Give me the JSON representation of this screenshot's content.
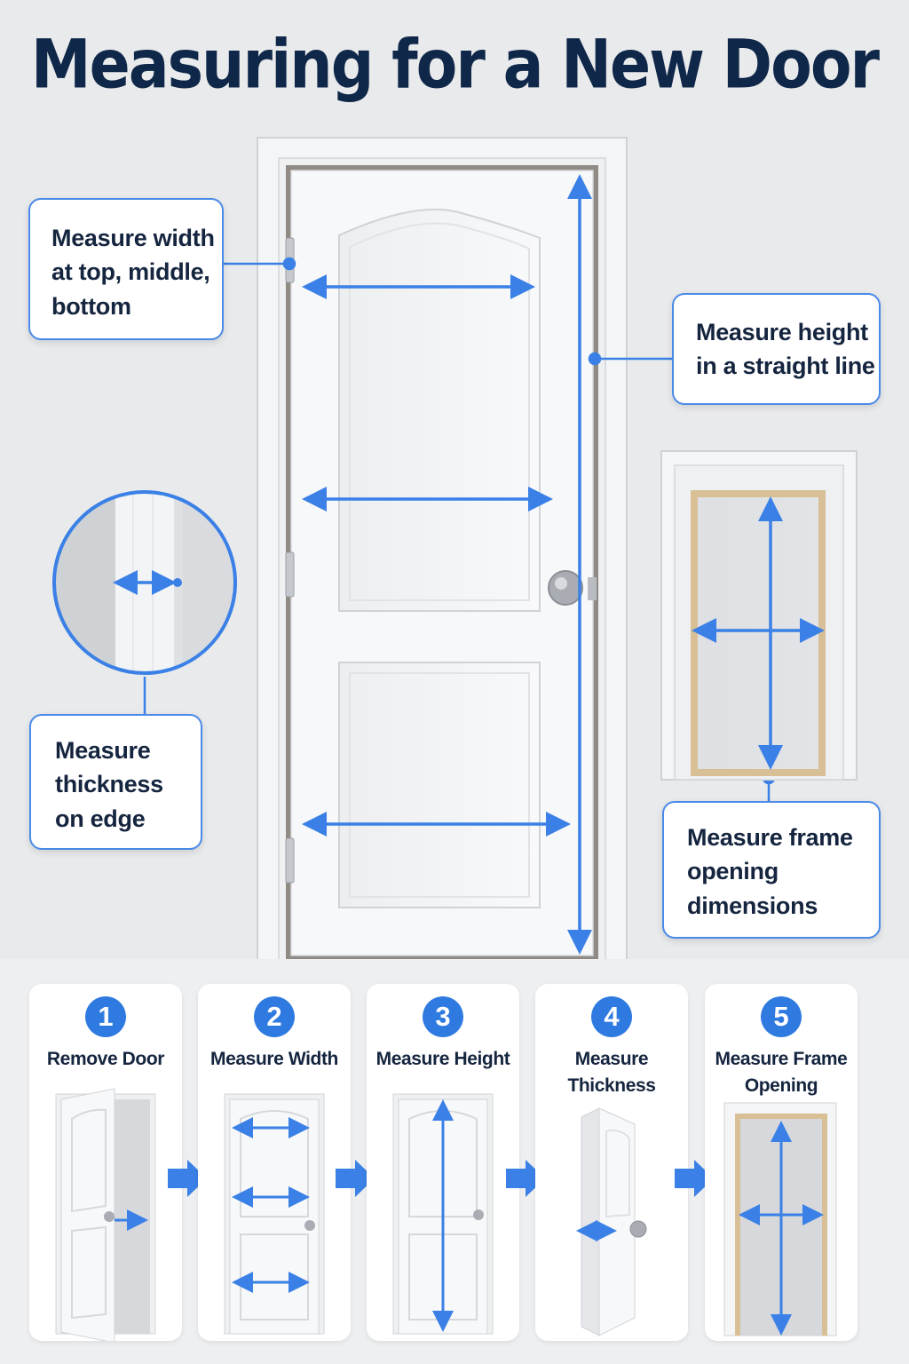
{
  "title": "Measuring for a New Door",
  "callouts": {
    "width": [
      "Measure width",
      "at top, middle,",
      "bottom"
    ],
    "height": [
      "Measure height",
      "in a straight line"
    ],
    "thickness": [
      "Measure",
      "thickness",
      "on edge"
    ],
    "frame": [
      "Measure frame",
      "opening",
      "dimensions"
    ]
  },
  "steps": [
    {
      "number": "1",
      "label": [
        "Remove Door"
      ]
    },
    {
      "number": "2",
      "label": [
        "Measure Width"
      ]
    },
    {
      "number": "3",
      "label": [
        "Measure Height"
      ]
    },
    {
      "number": "4",
      "label": [
        "Measure",
        "Thickness"
      ]
    },
    {
      "number": "5",
      "label": [
        "Measure Frame",
        "Opening"
      ]
    }
  ],
  "colors": {
    "accent": "#3a80e6",
    "title": "#0f2748",
    "door": "#f7f8f9",
    "frame_wood": "#d9bf96"
  },
  "icons": [
    "arrow-right-icon"
  ]
}
